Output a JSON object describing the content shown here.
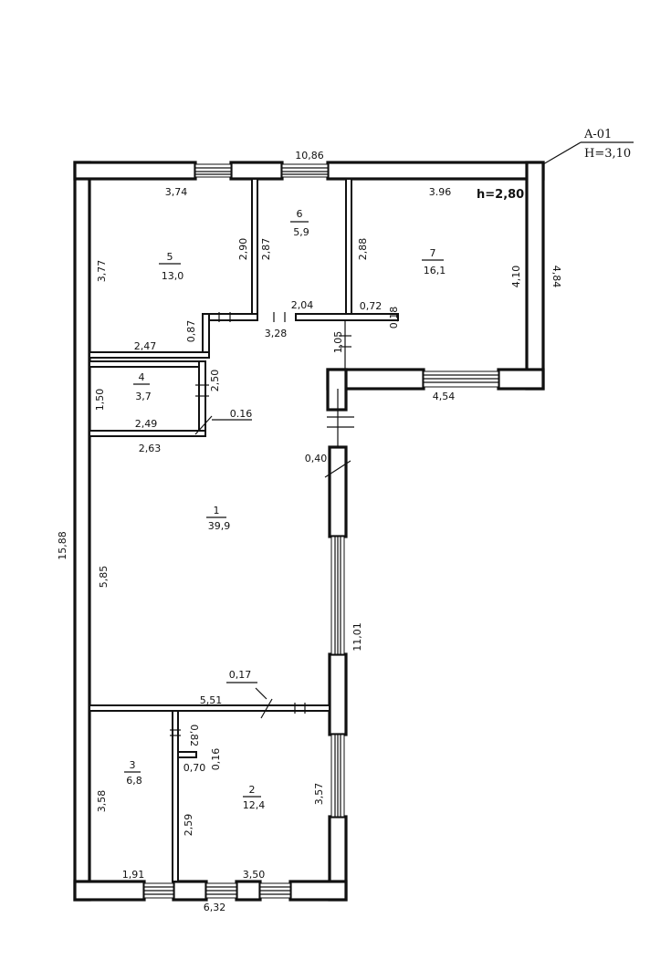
{
  "title": {
    "code": "A-01",
    "height": "H=3,10"
  },
  "rooms": [
    {
      "id": "1",
      "number": "1",
      "area": "39,9"
    },
    {
      "id": "2",
      "number": "2",
      "area": "12,4"
    },
    {
      "id": "3",
      "number": "3",
      "area": "6,8"
    },
    {
      "id": "4",
      "number": "4",
      "area": "3,7"
    },
    {
      "id": "5",
      "number": "5",
      "area": "13,0"
    },
    {
      "id": "6",
      "number": "6",
      "area": "5,9"
    },
    {
      "id": "7",
      "number": "7",
      "area": "16,1"
    }
  ],
  "ceiling_note": "h=2,80",
  "dimensions": {
    "top_total": "10,86",
    "left_total": "15,88",
    "right_upper": "4,84",
    "right_mid": "11,01",
    "bottom_total": "6,32",
    "r5_top": "3,74",
    "r5_left": "3,77",
    "r5_right_a": "2,90",
    "r5_bottom": "2,47",
    "r5_notch": "0,87",
    "r6_left": "2,87",
    "r6_right": "2,88",
    "r6_bottom": "2,04",
    "r6_wall": "3,28",
    "r7_top": "3.96",
    "r7_right": "4,10",
    "r7_notch": "0,72",
    "r7_notch_v": "0,18",
    "r7_stub": "1,05",
    "r7_bottom": "4,54",
    "r4_left": "1,50",
    "r4_right": "2,50",
    "r4_bottom": "2,49",
    "r4_door": "0.16",
    "r1_under4": "2,63",
    "r1_left": "5,85",
    "r1_door": "0,40",
    "r1_bottom": "5,51",
    "r1_door2": "0,17",
    "r3_left": "3,58",
    "r3_bottom": "1,91",
    "r2_notch_v": "0,82",
    "r2_notch_h": "0,70",
    "r2_notch_t": "0,16",
    "r2_left": "2,59",
    "r2_right": "3,57",
    "r2_bottom": "3,50"
  }
}
